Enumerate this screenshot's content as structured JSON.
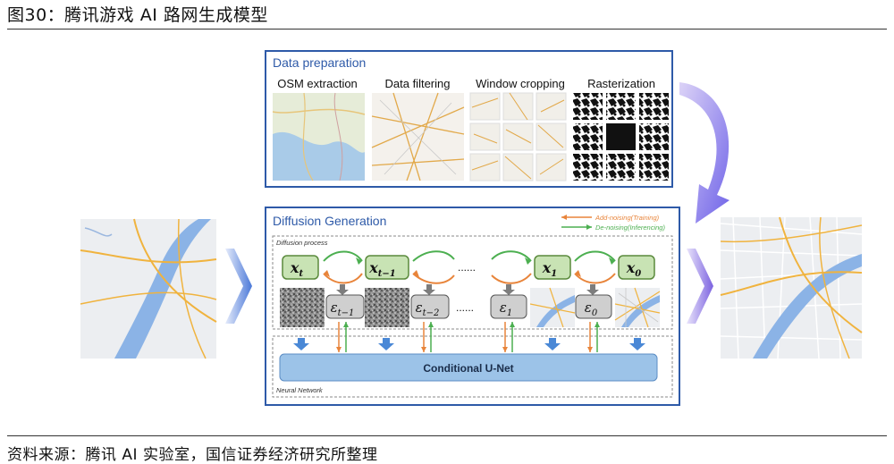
{
  "figure": {
    "title": "图30：腾讯游戏 AI 路网生成模型",
    "source": "资料来源：腾讯 AI 实验室，国信证券经济研究所整理"
  },
  "data_prep": {
    "title": "Data preparation",
    "steps": [
      "OSM extraction",
      "Data filtering",
      "Window cropping",
      "Rasterization"
    ]
  },
  "diffusion": {
    "title": "Diffusion Generation",
    "legend_add": "Add-noising(Training)",
    "legend_de": "De-noising(Inferencing)",
    "process_label": "Diffusion process",
    "network_label": "Neural Network",
    "unet_label": "Conditional U-Net",
    "dots": "......",
    "x_nodes": [
      {
        "base": "x",
        "sub": "t"
      },
      {
        "base": "x",
        "sub": "t−1"
      },
      {
        "base": "x",
        "sub": "1"
      },
      {
        "base": "x",
        "sub": "0"
      }
    ],
    "eps_nodes": [
      {
        "base": "ε",
        "sub": "t−1"
      },
      {
        "base": "ε",
        "sub": "t−2"
      },
      {
        "base": "ε",
        "sub": "1"
      },
      {
        "base": "ε",
        "sub": "0"
      }
    ]
  },
  "colors": {
    "panel_border": "#2e5aa8",
    "title_blue": "#2e5aa8",
    "x_node_fill": "#c8e3b4",
    "x_node_stroke": "#5a8a3c",
    "eps_fill": "#cfcfcf",
    "unet_fill": "#9cc3e8",
    "add_noise": "#e8843a",
    "de_noise": "#4caf50",
    "map_bg": "#eceef1",
    "river": "#8bb3e6",
    "road": "#f0b33e",
    "chevron": "#4a78d8",
    "curve_arrow": "#2f56d6"
  }
}
